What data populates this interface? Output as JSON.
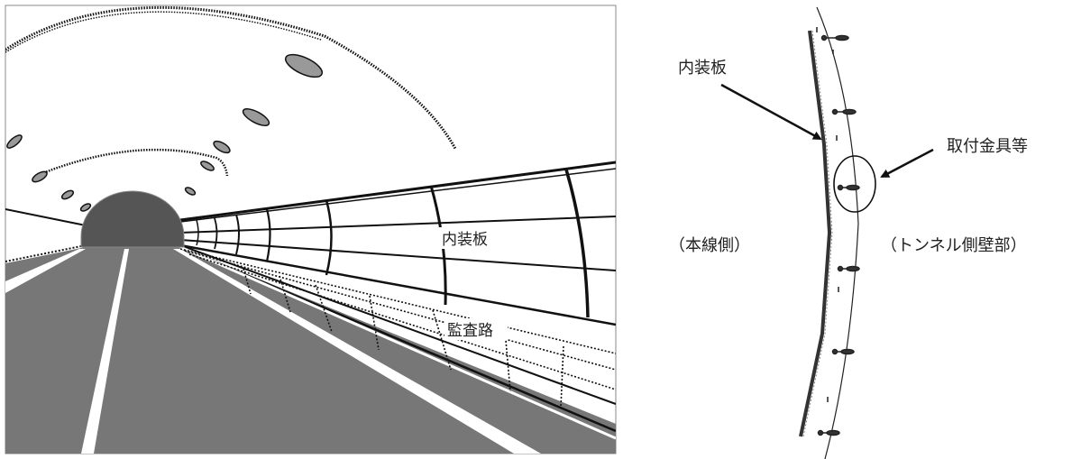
{
  "left_view": {
    "panel_label": "内装板",
    "walkway_label": "監査路"
  },
  "right_view": {
    "panel_label": "内装板",
    "fitting_label": "取付金具等",
    "mainline_side_label": "（本線側）",
    "tunnel_wall_side_label": "（トンネル側壁部）"
  }
}
